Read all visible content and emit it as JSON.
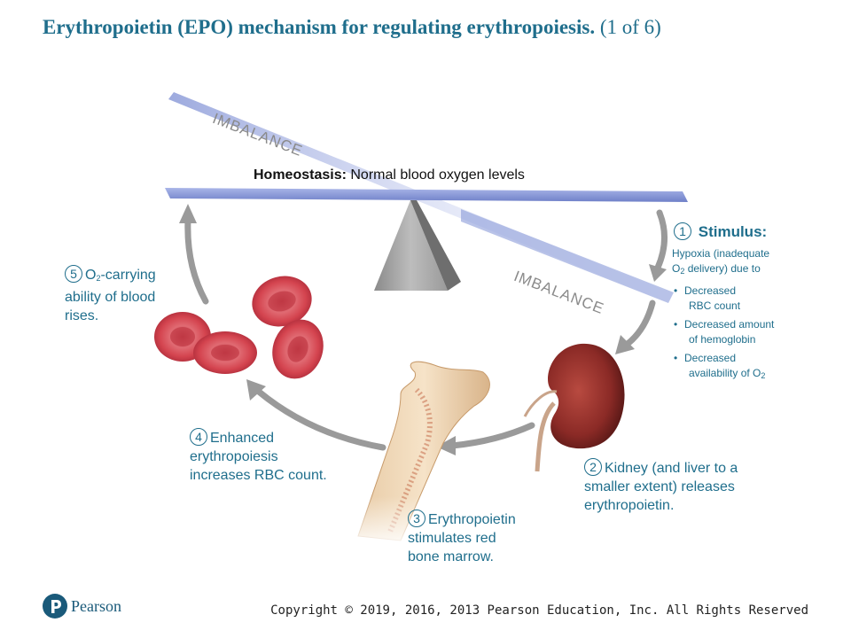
{
  "title": {
    "main": "Erythropoietin (EPO) mechanism for regulating erythropoiesis.",
    "part": "(1 of 6)"
  },
  "homeostasis": {
    "bold": "Homeostasis:",
    "text": "Normal blood oxygen levels"
  },
  "imbalance_top": "IMBALANCE",
  "imbalance_bottom": "IMBALANCE",
  "step1": {
    "num": "1",
    "title": "Stimulus:",
    "desc_line1": "Hypoxia (inadequate",
    "desc_line2a": "O",
    "desc_line2sub": "2",
    "desc_line2b": " delivery) due to",
    "bullets": [
      {
        "l1": "Decreased",
        "l2": "RBC count"
      },
      {
        "l1": "Decreased amount",
        "l2": "of hemoglobin"
      },
      {
        "l1": "Decreased",
        "l2": "availability of O",
        "sub": "2"
      }
    ]
  },
  "step2": {
    "num": "2",
    "l1": "Kidney (and liver to a",
    "l2": "smaller extent) releases",
    "l3": "erythropoietin."
  },
  "step3": {
    "num": "3",
    "l1": "Erythropoietin",
    "l2": "stimulates red",
    "l3": "bone marrow."
  },
  "step4": {
    "num": "4",
    "l1": "Enhanced",
    "l2": "erythropoiesis",
    "l3": "increases RBC count."
  },
  "step5": {
    "num": "5",
    "l1a": "O",
    "l1sub": "2",
    "l1b": "-carrying",
    "l2": "ability of blood",
    "l3": "rises."
  },
  "colors": {
    "title": "#1f6e8c",
    "arrow": "#9a9a9a",
    "beam": "#8f9fd8",
    "rbc": "#d2424f",
    "kidney": "#8b2424"
  },
  "footer": {
    "logo_text": "Pearson",
    "copyright": "Copyright © 2019, 2016, 2013 Pearson Education, Inc. All Rights Reserved"
  }
}
